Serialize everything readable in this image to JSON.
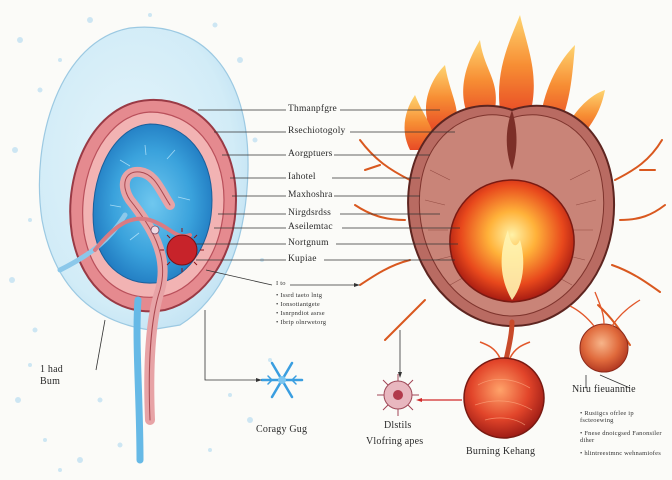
{
  "center_labels": [
    "Thmanpfgre",
    "Rsechiotogoly",
    "Aorgptuers",
    "Iahotel",
    "Maxhoshra",
    "Nirgdsrdss",
    "Aseilemtac",
    "Nortgnum",
    "Kupiae"
  ],
  "small_label_head": "I to",
  "small_list": [
    "Issrd taeto lntg",
    "Ionsotiantgete",
    "Isnrpndiot asrse",
    "Ibrip olnrwetorg"
  ],
  "left_caption": [
    "1 had",
    "Bum"
  ],
  "snowflake_caption": "Coragy Gug",
  "small_burst_caption": [
    "Dlstils",
    "Vlofring apes"
  ],
  "burning_caption": "Burning Kehang",
  "right_title": "Niru fieuanntie",
  "right_list": [
    "Rusiigcs ofrlee ip fscteoewing",
    "Fnese dnoicgsed Fanonsiler diher",
    "hlintreestmnc wehnamiofes"
  ]
}
